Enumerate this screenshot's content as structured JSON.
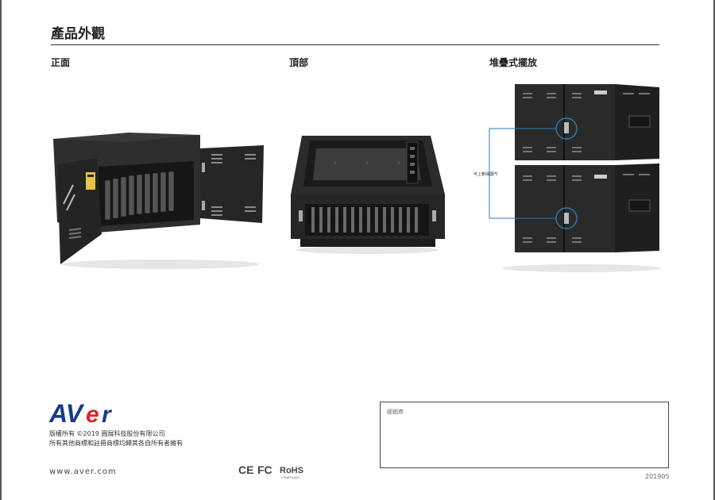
{
  "page": {
    "title": "產品外觀",
    "sections": {
      "front": "正面",
      "top": "頂部",
      "stack": "堆疊式擺放"
    },
    "stack_annotation": "可上鎖保護門"
  },
  "footer": {
    "logo_text": "AVer",
    "copyright_line1": "版權所有 ©2019 圓展科技股份有限公司",
    "copyright_line2": "所有其他商標和註冊商標均歸其各自所有者擁有",
    "website": "www.aver.com",
    "certifications": {
      "ce": "CE",
      "fcc": "FC",
      "rohs": "RoHS",
      "rohs_sub": "COMPLIANT"
    },
    "dealer_label": "經銷商",
    "doc_number": "201905"
  },
  "colors": {
    "cabinet": "#2b2b2b",
    "cabinet_dark": "#141414",
    "logo_blue": "#1a3a8f",
    "logo_red": "#e0252b",
    "callout": "#2a7bb8"
  }
}
